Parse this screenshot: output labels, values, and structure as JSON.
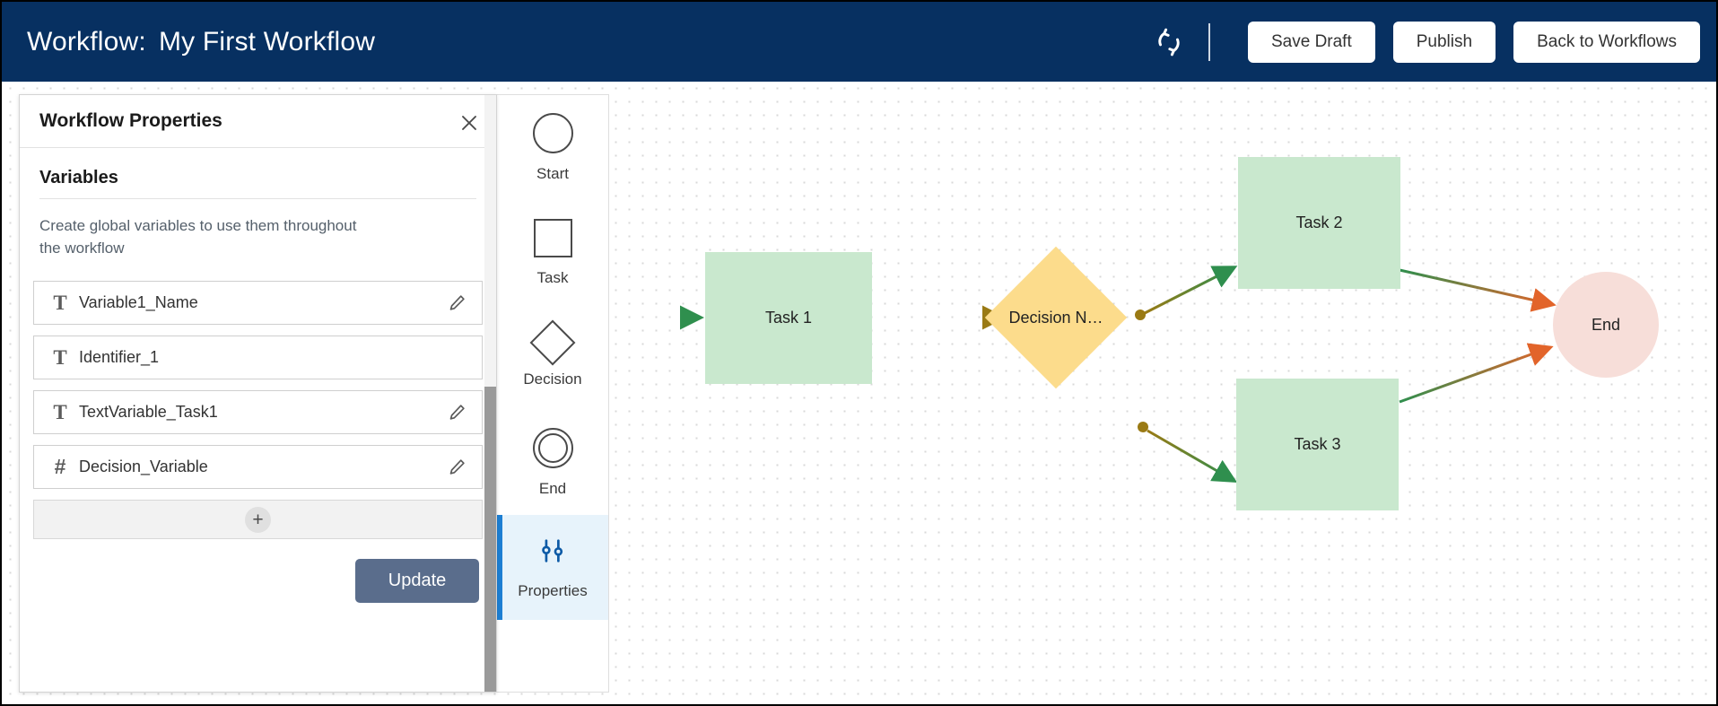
{
  "header": {
    "label": "Workflow:",
    "workflow_name": "My First Workflow",
    "sync_icon": "sync-icon",
    "buttons": [
      {
        "label": "Save Draft",
        "name": "save-draft-button"
      },
      {
        "label": "Publish",
        "name": "publish-button"
      },
      {
        "label": "Back to Workflows",
        "name": "back-to-workflows-button"
      }
    ],
    "bg_color": "#073061"
  },
  "panel": {
    "title": "Workflow Properties",
    "close_icon": "close-icon",
    "section_title": "Variables",
    "description": "Create global variables to use them throughout the workflow",
    "variables": [
      {
        "icon": "text-type-icon",
        "glyph": "T",
        "type": "text",
        "name": "Variable1_Name",
        "editable": true
      },
      {
        "icon": "text-type-icon",
        "glyph": "T",
        "type": "text",
        "name": "Identifier_1",
        "editable": false
      },
      {
        "icon": "text-type-icon",
        "glyph": "T",
        "type": "text",
        "name": "TextVariable_Task1",
        "editable": true
      },
      {
        "icon": "number-type-icon",
        "glyph": "#",
        "type": "number",
        "name": "Decision_Variable",
        "editable": true
      }
    ],
    "add_label": "+",
    "update_label": "Update",
    "update_color": "#5a6d8c"
  },
  "palette": {
    "items": [
      {
        "label": "Start",
        "name": "palette-item-start",
        "shape": "circle",
        "active": false
      },
      {
        "label": "Task",
        "name": "palette-item-task",
        "shape": "square",
        "active": false
      },
      {
        "label": "Decision",
        "name": "palette-item-decision",
        "shape": "diamond",
        "active": false
      },
      {
        "label": "End",
        "name": "palette-item-end",
        "shape": "double-circle",
        "active": false
      },
      {
        "label": "Properties",
        "name": "palette-item-properties",
        "shape": "sliders-icon",
        "active": true
      }
    ],
    "active_color": "#1d7fd3"
  },
  "canvas": {
    "nodes": [
      {
        "id": "task1",
        "label": "Task 1",
        "type": "task",
        "color": "#c9e8ce"
      },
      {
        "id": "decision",
        "label": "Decision N…",
        "type": "decision",
        "color": "#fcdc8c"
      },
      {
        "id": "task2",
        "label": "Task 2",
        "type": "task",
        "color": "#c9e8ce"
      },
      {
        "id": "task3",
        "label": "Task 3",
        "type": "task",
        "color": "#c9e8ce"
      },
      {
        "id": "end",
        "label": "End",
        "type": "end",
        "color": "#f7ded9"
      }
    ],
    "edge_colors": {
      "start": "#2f8f4e",
      "end": "#e2642a",
      "entry": "#2f84c4"
    }
  }
}
